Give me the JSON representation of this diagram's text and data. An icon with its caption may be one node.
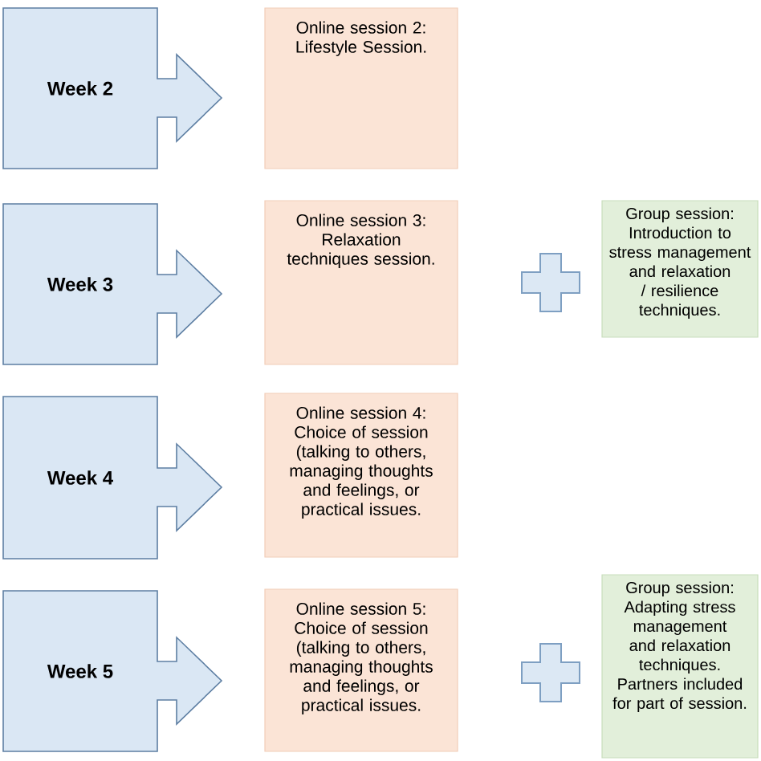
{
  "diagram": {
    "nodes": [
      {
        "text": [
          "Week 2"
        ]
      },
      {
        "text": [
          "Online session 2:",
          "Lifestyle Session."
        ]
      },
      {
        "text": [
          "Week 3"
        ]
      },
      {
        "text": [
          "Online session 3:",
          "Relaxation techniques session."
        ]
      },
      {
        "text": [
          "Group session:",
          "Introduction to stress management and relaxation / resilience techniques."
        ]
      },
      {
        "text": [
          "Week 4"
        ]
      },
      {
        "text": [
          "Online session 4:",
          "Choice of session (talking to others, managing thoughts and feelings, or practical issues."
        ]
      },
      {
        "text": [
          "Week 5"
        ]
      },
      {
        "text": [
          "Online session 5:",
          "Choice of session (talking to others, managing thoughts and feelings, or practical issues."
        ]
      },
      {
        "text": [
          "Group session:",
          "Adapting stress management and relaxation techniques. Partners included for part of session."
        ]
      }
    ]
  }
}
